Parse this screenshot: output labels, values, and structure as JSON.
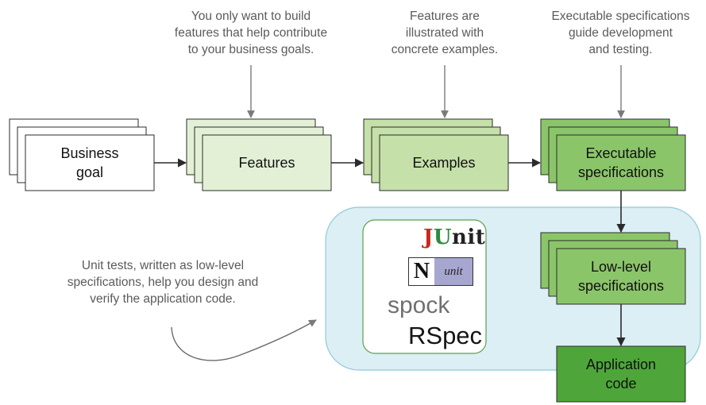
{
  "notes": {
    "features_note": [
      "You only want to build",
      "features that help contribute",
      "to your business goals."
    ],
    "examples_note": [
      "Features are",
      "illustrated with",
      "concrete examples."
    ],
    "specs_note": [
      "Executable specifications",
      "guide development",
      "and testing."
    ],
    "unit_note": [
      "Unit tests, written as low-level",
      "specifications, help you design and",
      "verify the application code."
    ]
  },
  "boxes": {
    "business_goal": [
      "Business",
      "goal"
    ],
    "features": [
      "Features"
    ],
    "examples": [
      "Examples"
    ],
    "executable_specs": [
      "Executable",
      "specifications"
    ],
    "low_level_specs": [
      "Low-level",
      "specifications"
    ],
    "application_code": [
      "Application",
      "code"
    ]
  },
  "logos": {
    "junit_j": "J",
    "junit_u": "U",
    "junit_nit": "nit",
    "nunit_n": "N",
    "nunit_unit": "unit",
    "spock": "spock",
    "rspec": "RSpec"
  },
  "colors": {
    "business_goal": "#ffffff",
    "features": "#e3f0d6",
    "examples": "#c5e0a8",
    "executable_specs": "#8bc56a",
    "low_level_specs": "#8bc56a",
    "application_code": "#4ea63a",
    "unit_test_region": "#dceff4",
    "unit_test_region_border": "#8fcbd8",
    "tools_panel_border": "#5ba24a"
  }
}
